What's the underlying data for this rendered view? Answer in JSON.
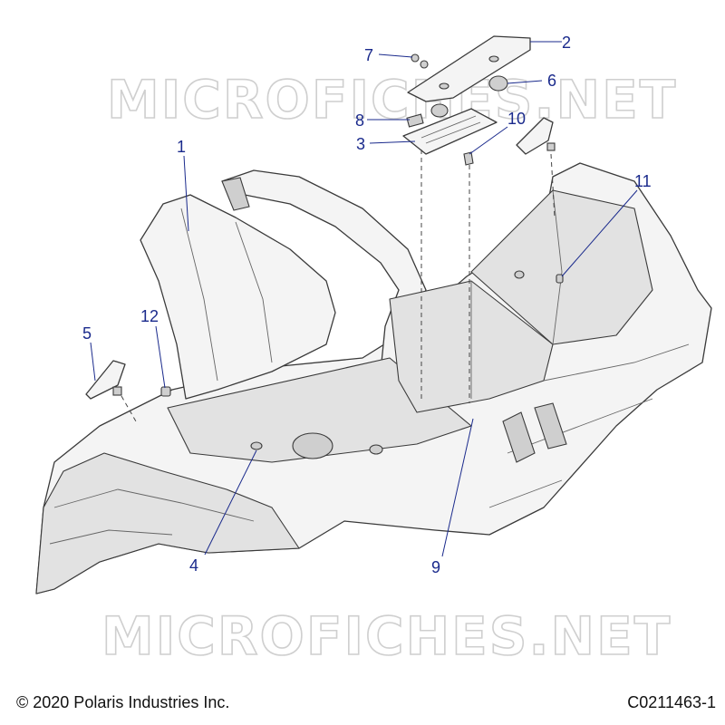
{
  "watermark": "MICROFICHES.NET",
  "callouts": [
    "1",
    "2",
    "3",
    "4",
    "5",
    "6",
    "7",
    "8",
    "9",
    "10",
    "11",
    "12"
  ],
  "footer": {
    "copyright": "© 2020 Polaris Industries Inc.",
    "figure_id": "C0211463-1"
  },
  "colors": {
    "callout": "#1a2a8c",
    "watermark": "#cfcfcf",
    "line": "#3a3a3a"
  }
}
